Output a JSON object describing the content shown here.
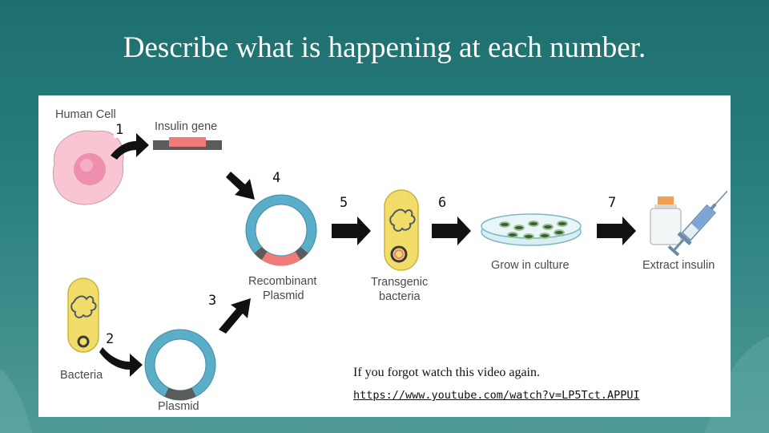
{
  "slide": {
    "title": "Describe what is happening at each number."
  },
  "diagram": {
    "labels": {
      "human_cell": "Human Cell",
      "insulin_gene": "Insulin gene",
      "recombinant_plasmid_line1": "Recombinant",
      "recombinant_plasmid_line2": "Plasmid",
      "transgenic_line1": "Transgenic",
      "transgenic_line2": "bacteria",
      "grow_in_culture": "Grow in culture",
      "extract_insulin": "Extract insulin",
      "bacteria": "Bacteria",
      "plasmid": "Plasmid"
    },
    "step_numbers": [
      "1",
      "2",
      "3",
      "4",
      "5",
      "6",
      "7"
    ],
    "colors": {
      "plasmid": "#5aaec8",
      "insulin_gene": "#f07b78",
      "bacteria": "#f2dd6a",
      "cell": "#f7c6d2"
    }
  },
  "note": {
    "text": "If you forgot watch this video again.",
    "url": "https://www.youtube.com/watch?v=LP5Tct.APPUI"
  }
}
